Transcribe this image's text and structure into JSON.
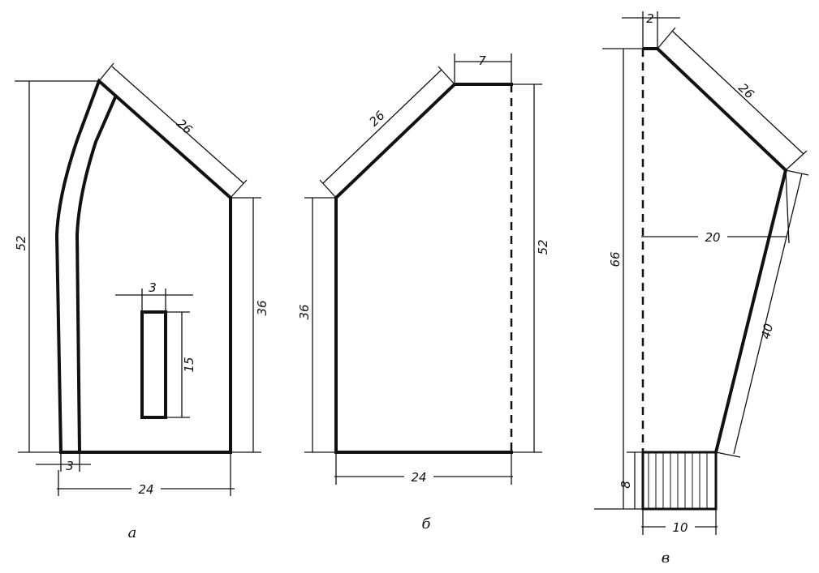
{
  "figures": [
    {
      "caption": "а",
      "dims": {
        "height_total": "52",
        "top_edge": "26",
        "right_side": "36",
        "slot_width": "3",
        "slot_height": "15",
        "strip_width": "3",
        "bottom_width": "24"
      }
    },
    {
      "caption": "б",
      "dims": {
        "top_flat": "7",
        "top_edge": "26",
        "left_side": "36",
        "height_total": "52",
        "bottom_width": "24"
      }
    },
    {
      "caption": "в",
      "dims": {
        "top_offset": "2",
        "top_edge": "26",
        "height_total": "66",
        "mid_width": "20",
        "long_edge": "40",
        "cuff_height": "8",
        "cuff_width": "10"
      }
    }
  ],
  "colors": {
    "ink": "#111111",
    "paper": "#ffffff"
  }
}
